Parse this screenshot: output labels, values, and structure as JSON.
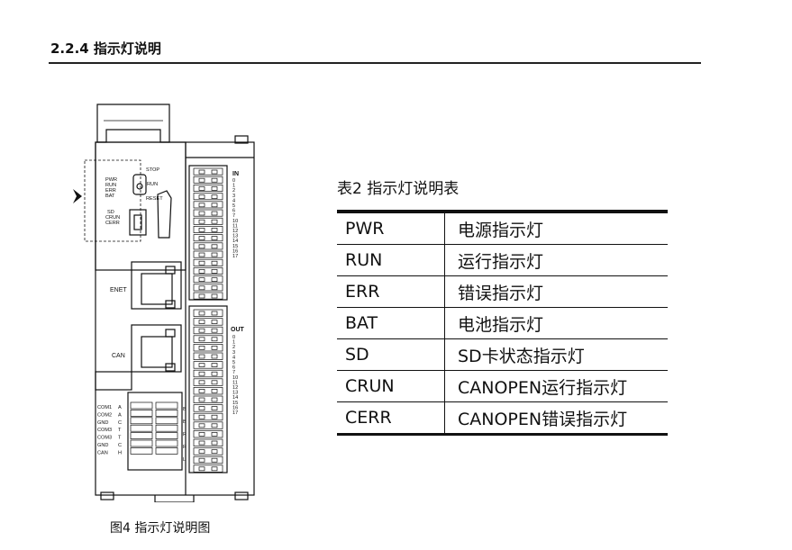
{
  "section": {
    "title": "2.2.4 指示灯说明"
  },
  "figure": {
    "caption": "图4 指示灯说明图",
    "labels": {
      "indicators": [
        "PWR",
        "RUN",
        "ERR",
        "BAT",
        "SD",
        "CRUN",
        "CERR"
      ],
      "stop": "STOP",
      "run": "RUN",
      "reset": "RESET",
      "enet": "ENET",
      "can": "CAN",
      "in": "IN",
      "out": "OUT",
      "io_numbers": [
        "0",
        "1",
        "2",
        "3",
        "4",
        "5",
        "6",
        "7",
        "10",
        "11",
        "12",
        "13",
        "14",
        "15",
        "16",
        "17"
      ],
      "terminals": [
        "COM1",
        "COM2",
        "GND",
        "COM3",
        "COM3",
        "GND",
        "CAN"
      ],
      "terminal_suffix": [
        "A",
        "A",
        "C",
        "T",
        "T",
        "C",
        "H"
      ],
      "right_letters": [
        "B",
        "B",
        "R",
        "R",
        "L"
      ]
    }
  },
  "table": {
    "title": "表2 指示灯说明表",
    "rows": [
      {
        "code": "PWR",
        "desc": "电源指示灯"
      },
      {
        "code": "RUN",
        "desc": "运行指示灯"
      },
      {
        "code": "ERR",
        "desc": "错误指示灯"
      },
      {
        "code": "BAT",
        "desc": "电池指示灯"
      },
      {
        "code": "SD",
        "desc": "SD卡状态指示灯"
      },
      {
        "code": "CRUN",
        "desc": "CANOPEN运行指示灯"
      },
      {
        "code": "CERR",
        "desc": "CANOPEN错误指示灯"
      }
    ]
  },
  "colors": {
    "line": "#111111",
    "text": "#111111"
  }
}
